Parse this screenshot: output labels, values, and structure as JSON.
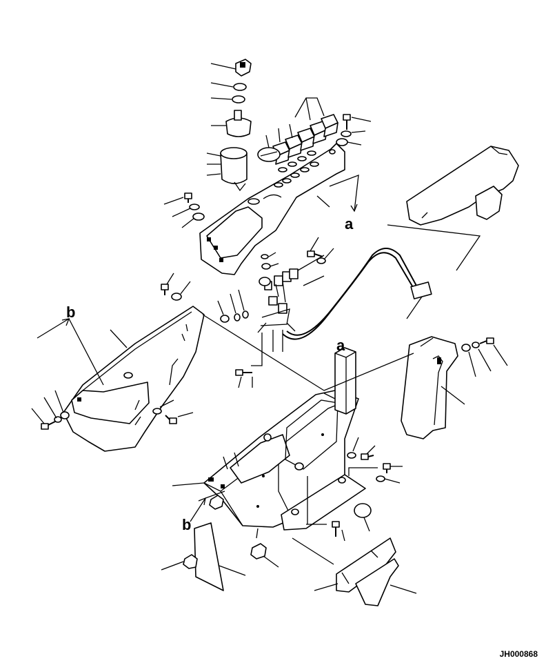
{
  "callouts": {
    "a_top": "a",
    "a_mid": "a",
    "b_left": "b",
    "b_bottom": "b"
  },
  "drawing_code": "JH000868"
}
